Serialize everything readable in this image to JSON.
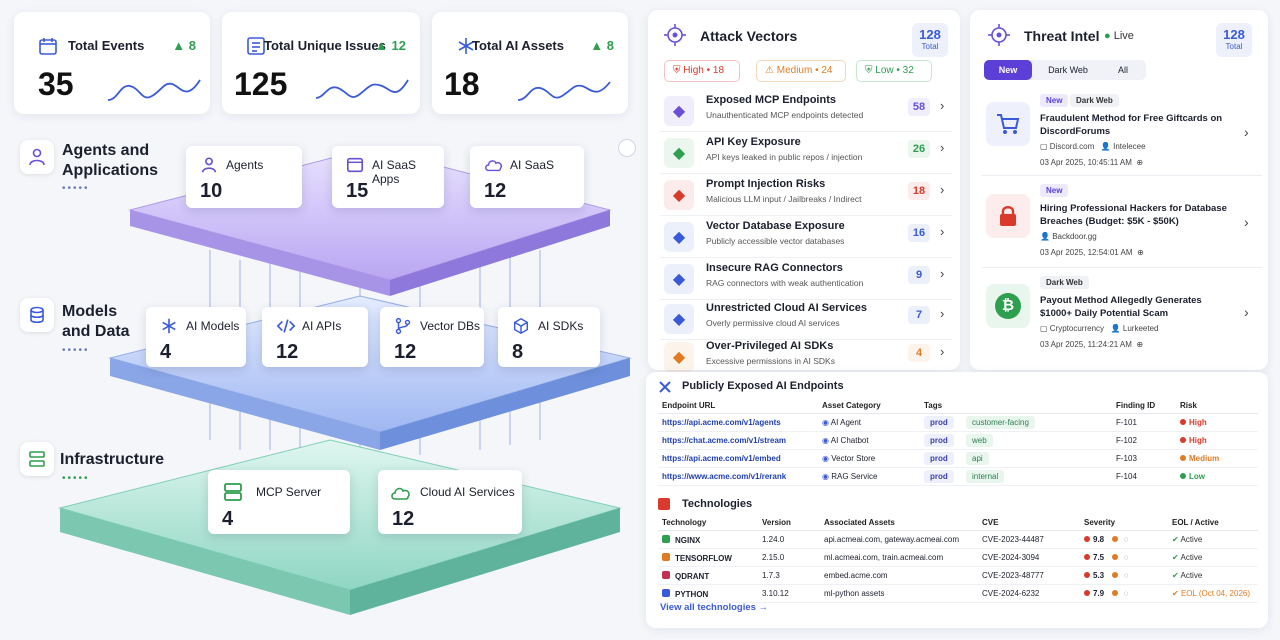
{
  "stats": [
    {
      "title": "Total Events",
      "value": "35",
      "delta": "8",
      "icon": "calendar-icon"
    },
    {
      "title": "Total Unique Issues",
      "value": "125",
      "delta": "12",
      "icon": "list-icon"
    },
    {
      "title": "Total AI Assets",
      "value": "18",
      "delta": "8",
      "icon": "snowflake-icon"
    }
  ],
  "layers": [
    {
      "label": "Agents and Applications",
      "tiles": [
        {
          "label": "Agents",
          "value": "10",
          "icon": "user-icon"
        },
        {
          "label": "AI SaaS Apps",
          "value": "15",
          "icon": "browser-icon"
        },
        {
          "label": "AI SaaS",
          "value": "12",
          "icon": "cloud-icon"
        }
      ]
    },
    {
      "label": "Models and Data",
      "tiles": [
        {
          "label": "AI Models",
          "value": "4",
          "icon": "snowflake-icon"
        },
        {
          "label": "AI APIs",
          "value": "12",
          "icon": "code-icon"
        },
        {
          "label": "Vector DBs",
          "value": "12",
          "icon": "branch-icon"
        },
        {
          "label": "AI SDKs",
          "value": "8",
          "icon": "cube-icon"
        }
      ]
    },
    {
      "label": "Infrastructure",
      "tiles": [
        {
          "label": "MCP Server",
          "value": "4",
          "icon": "server-icon"
        },
        {
          "label": "Cloud AI Services",
          "value": "12",
          "icon": "cloud-icon"
        }
      ]
    }
  ],
  "attack_vectors": {
    "title": "Attack Vectors",
    "total_value": "128",
    "total_label": "Total",
    "filters": [
      {
        "label": "High • 18",
        "color": "#d93a2b"
      },
      {
        "label": "Medium • 24",
        "color": "#e07b24"
      },
      {
        "label": "Low • 32",
        "color": "#2e9e4f"
      }
    ],
    "rows": [
      {
        "name": "Exposed MCP Endpoints",
        "desc": "Unauthenticated MCP endpoints detected",
        "count": "58",
        "color": "#6b4fd6",
        "icon": "monitor-icon"
      },
      {
        "name": "API Key Exposure",
        "desc": "API keys leaked in public repos / injection",
        "count": "26",
        "color": "#2e9e4f",
        "icon": "key-icon"
      },
      {
        "name": "Prompt Injection Risks",
        "desc": "Malicious LLM input / Jailbreaks / Indirect",
        "count": "18",
        "color": "#d93a2b",
        "icon": "shield-alert-icon"
      },
      {
        "name": "Vector Database Exposure",
        "desc": "Publicly accessible vector databases",
        "count": "16",
        "color": "#3a5bd9",
        "icon": "database-icon"
      },
      {
        "name": "Insecure RAG Connectors",
        "desc": "RAG connectors with weak authentication",
        "count": "9",
        "color": "#3a5bd9",
        "icon": "share-icon"
      },
      {
        "name": "Unrestricted Cloud AI Services",
        "desc": "Overly permissive cloud AI services",
        "count": "7",
        "color": "#3a5bd9",
        "icon": "cloud-icon"
      },
      {
        "name": "Over-Privileged AI SDKs",
        "desc": "Excessive permissions in AI SDKs",
        "count": "4",
        "color": "#e07b24",
        "icon": "lock-icon"
      }
    ]
  },
  "threat_intel": {
    "title": "Threat Intel",
    "live": "Live",
    "total_value": "128",
    "total_label": "Total",
    "tabs": [
      "New",
      "Dark Web",
      "All"
    ],
    "items": [
      {
        "tags": [
          "New",
          "Dark Web"
        ],
        "title": "Fraudulent Method for Free Giftcards on DiscordForums",
        "source": "Discord.com",
        "author": "Intelecee",
        "date": "03 Apr 2025, 10:45:11 AM",
        "icon": "cart-icon"
      },
      {
        "tags": [
          "New"
        ],
        "title": "Hiring Professional Hackers for Database Breaches (Budget: $5K - $50K)",
        "source": "Backdoor.gg",
        "author": "",
        "date": "03 Apr 2025, 12:54:01 AM",
        "icon": "lock-icon"
      },
      {
        "tags": [
          "Dark Web"
        ],
        "title": "Payout Method Allegedly Generates $1000+ Daily Potential Scam",
        "source": "Cryptocurrency",
        "author": "Lurkeeted",
        "date": "03 Apr 2025, 11:24:21 AM",
        "icon": "bitcoin-icon"
      }
    ]
  },
  "endpoints": {
    "title": "Publicly Exposed AI Endpoints",
    "headers": [
      "Endpoint URL",
      "Asset Category",
      "Tags",
      "",
      "Finding ID",
      "Risk"
    ],
    "rows": [
      {
        "url": "https://api.acme.com/v1/agents",
        "category": "AI Agent",
        "tag1": "prod",
        "tag2": "customer-facing",
        "id": "F-101",
        "risk": "High",
        "risk_color": "#d93a2b"
      },
      {
        "url": "https://chat.acme.com/v1/stream",
        "category": "AI Chatbot",
        "tag1": "prod",
        "tag2": "web",
        "id": "F-102",
        "risk": "High",
        "risk_color": "#d93a2b"
      },
      {
        "url": "https://api.acme.com/v1/embed",
        "category": "Vector Store",
        "tag1": "prod",
        "tag2": "api",
        "id": "F-103",
        "risk": "Medium",
        "risk_color": "#e07b24"
      },
      {
        "url": "https://www.acme.com/v1/rerank",
        "category": "RAG Service",
        "tag1": "prod",
        "tag2": "internal",
        "id": "F-104",
        "risk": "Low",
        "risk_color": "#2e9e4f"
      }
    ]
  },
  "technologies": {
    "title": "Technologies",
    "headers": [
      "Technology",
      "Version",
      "Associated Assets",
      "CVE",
      "Severity",
      "EOL / Active"
    ],
    "rows": [
      {
        "name": "NGINX",
        "version": "1.24.0",
        "assets": "api.acmeai.com, gateway.acmeai.com",
        "cve": "CVE-2023-44487",
        "severity": "9.8",
        "sev_color": "#d93a2b",
        "status": "Active",
        "status_color": "#2e9e4f",
        "logo_color": "#2e9e4f"
      },
      {
        "name": "TENSORFLOW",
        "version": "2.15.0",
        "assets": "ml.acmeai.com, train.acmeai.com",
        "cve": "CVE-2024-3094",
        "severity": "7.5",
        "sev_color": "#d93a2b",
        "status": "Active",
        "status_color": "#2e9e4f",
        "logo_color": "#e07b24"
      },
      {
        "name": "QDRANT",
        "version": "1.7.3",
        "assets": "embed.acme.com",
        "cve": "CVE-2023-48777",
        "severity": "5.3",
        "sev_color": "#d93a2b",
        "status": "Active",
        "status_color": "#2e9e4f",
        "logo_color": "#c0304f"
      },
      {
        "name": "PYTHON",
        "version": "3.10.12",
        "assets": "ml-python assets",
        "cve": "CVE-2024-6232",
        "severity": "7.9",
        "sev_color": "#d93a2b",
        "status": "EOL (Oct 04, 2026)",
        "status_color": "#e07b24",
        "logo_color": "#3a5bd9"
      }
    ],
    "view_all": "View all technologies →"
  }
}
